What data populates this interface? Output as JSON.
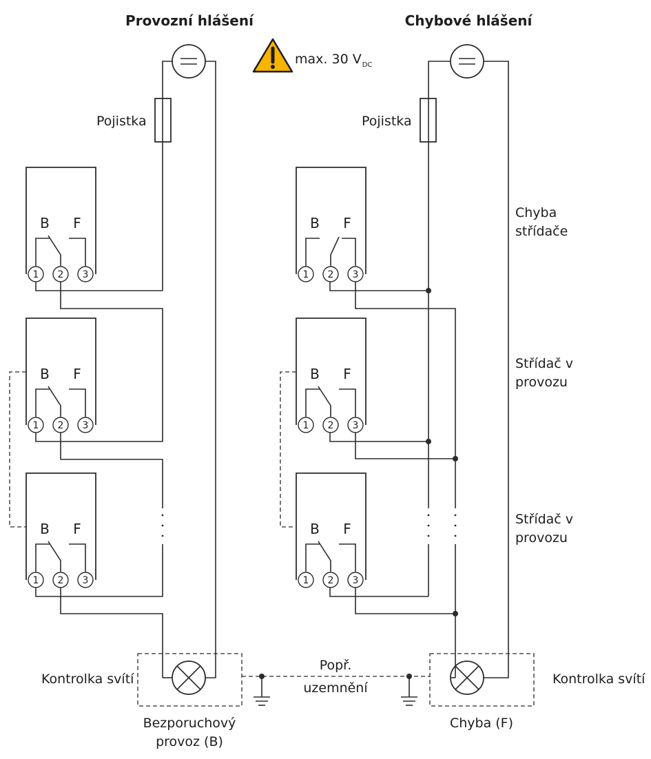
{
  "titles": {
    "left": "Provozní hlášení",
    "right": "Chybové hlášení"
  },
  "warning": {
    "icon": "warning-triangle-icon",
    "text": "max. 30 V",
    "subscript": "DC",
    "color": "#f6b400"
  },
  "labels": {
    "fuse_left": "Pojistka",
    "fuse_right": "Pojistka",
    "inverter_error_line1": "Chyba",
    "inverter_error_line2": "střídače",
    "inverter_running_a_line1": "Střídač v",
    "inverter_running_a_line2": "provozu",
    "inverter_running_b_line1": "Střídač v",
    "inverter_running_b_line2": "provozu",
    "lamp_left": "Kontrolka svítí",
    "lamp_right": "Kontrolka svítí",
    "grounding_line1": "Popř.",
    "grounding_line2": "uzemnění",
    "status_left_line1": "Bezporuchový",
    "status_left_line2": "provoz (B)",
    "status_right": "Chyba (F)"
  },
  "relay": {
    "contact_b": "B",
    "contact_f": "F",
    "terminals": [
      "1",
      "2",
      "3"
    ]
  }
}
